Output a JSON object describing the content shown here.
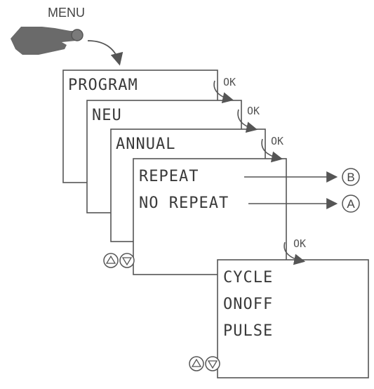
{
  "menu_label": "MENU",
  "screens": [
    {
      "id": "program",
      "label": "PROGRAM"
    },
    {
      "id": "new",
      "label": "NEU"
    },
    {
      "id": "annual",
      "label": "ANNUAL"
    },
    {
      "id": "repeat",
      "options": [
        "REPEAT",
        "NO REPEAT"
      ]
    },
    {
      "id": "mode",
      "options": [
        "CYCLE",
        "ONOFF",
        "PULSE"
      ]
    }
  ],
  "ok_label": "OK",
  "targets": {
    "repeat": "B",
    "no_repeat": "A"
  },
  "colors": {
    "line": "#555555",
    "text": "#3a3a3a",
    "hand": "#666666"
  },
  "icons": {
    "hand": "pointing-hand-icon",
    "up": "up-arrow-icon",
    "down": "down-arrow-icon"
  }
}
